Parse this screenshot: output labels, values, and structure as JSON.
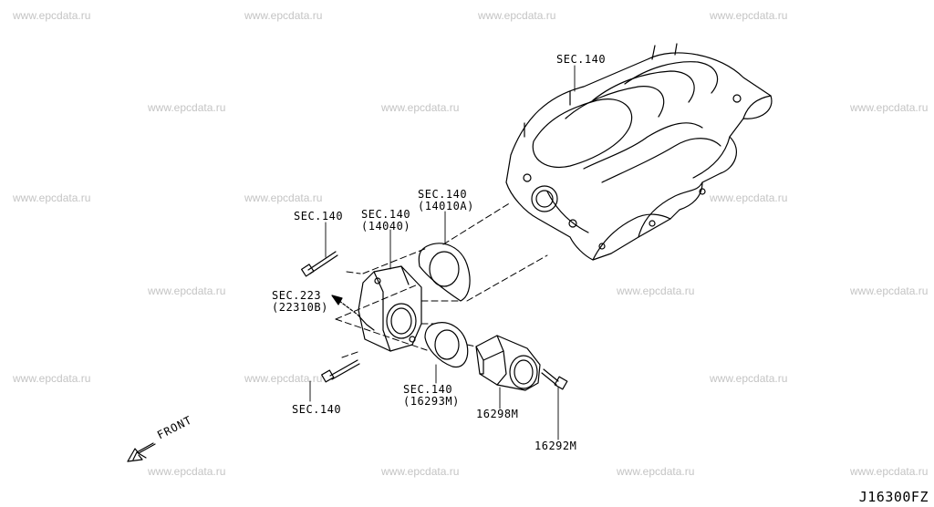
{
  "watermark": "www.epcdata.ru",
  "diagram_id": "J16300FZ",
  "front_label": "FRONT",
  "callouts": {
    "manifold": "SEC.140",
    "gasket_sec": "SEC.140",
    "gasket_part": "(14010A)",
    "adapter_sec": "SEC.140",
    "adapter_part": "(14040)",
    "bolt_top": "SEC.140",
    "hose_sec": "SEC.223",
    "hose_part": "(22310B)",
    "bolt_bottom": "SEC.140",
    "tb_gasket_sec": "SEC.140",
    "tb_gasket_part": "(16293M)",
    "throttle_body": "16298M",
    "bolt_right": "16292M"
  }
}
